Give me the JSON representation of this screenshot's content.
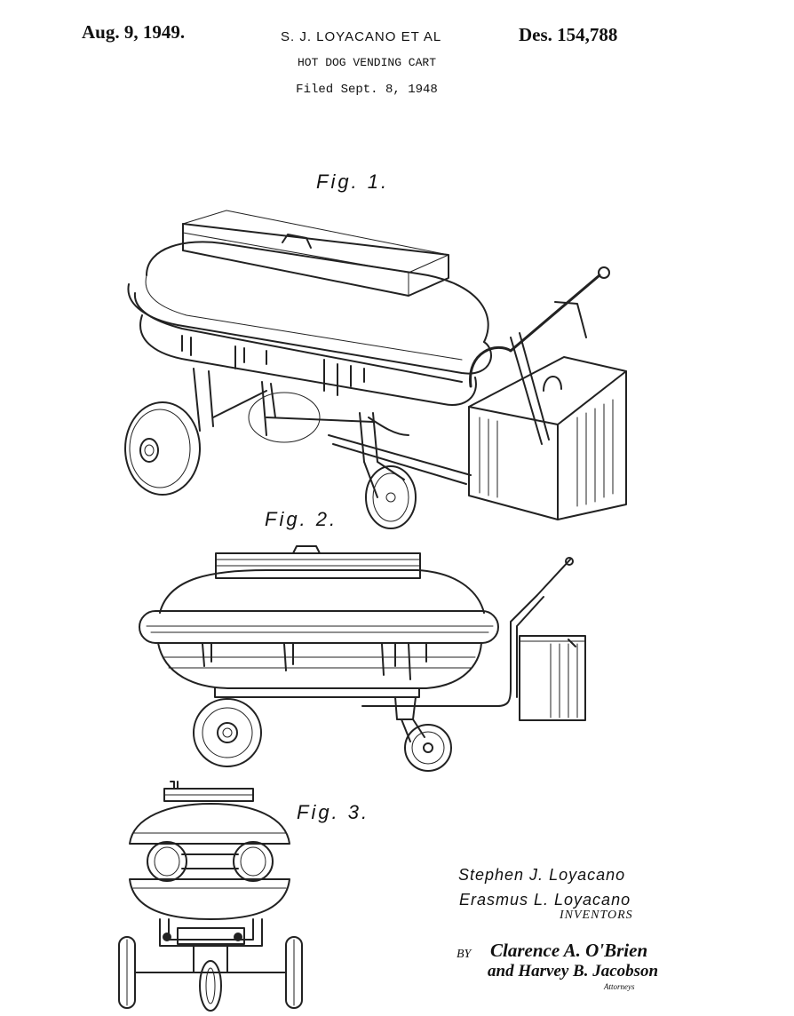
{
  "header": {
    "date": "Aug. 9, 1949.",
    "inventor_header": "S. J. LOYACANO ET AL",
    "patent_number": "Des. 154,788",
    "title": "HOT DOG VENDING CART",
    "filed": "Filed Sept. 8, 1948"
  },
  "figures": {
    "fig1_label": "Fig. 1.",
    "fig2_label": "Fig. 2.",
    "fig3_label": "Fig. 3."
  },
  "inventors": {
    "name1": "Stephen J. Loyacano",
    "name2": "Erasmus L. Loyacano",
    "caption": "INVENTORS"
  },
  "attorneys": {
    "by": "BY",
    "signature1": "Clarence A. O'Brien",
    "signature2": "and Harvey B. Jacobson",
    "caption": "Attorneys"
  }
}
